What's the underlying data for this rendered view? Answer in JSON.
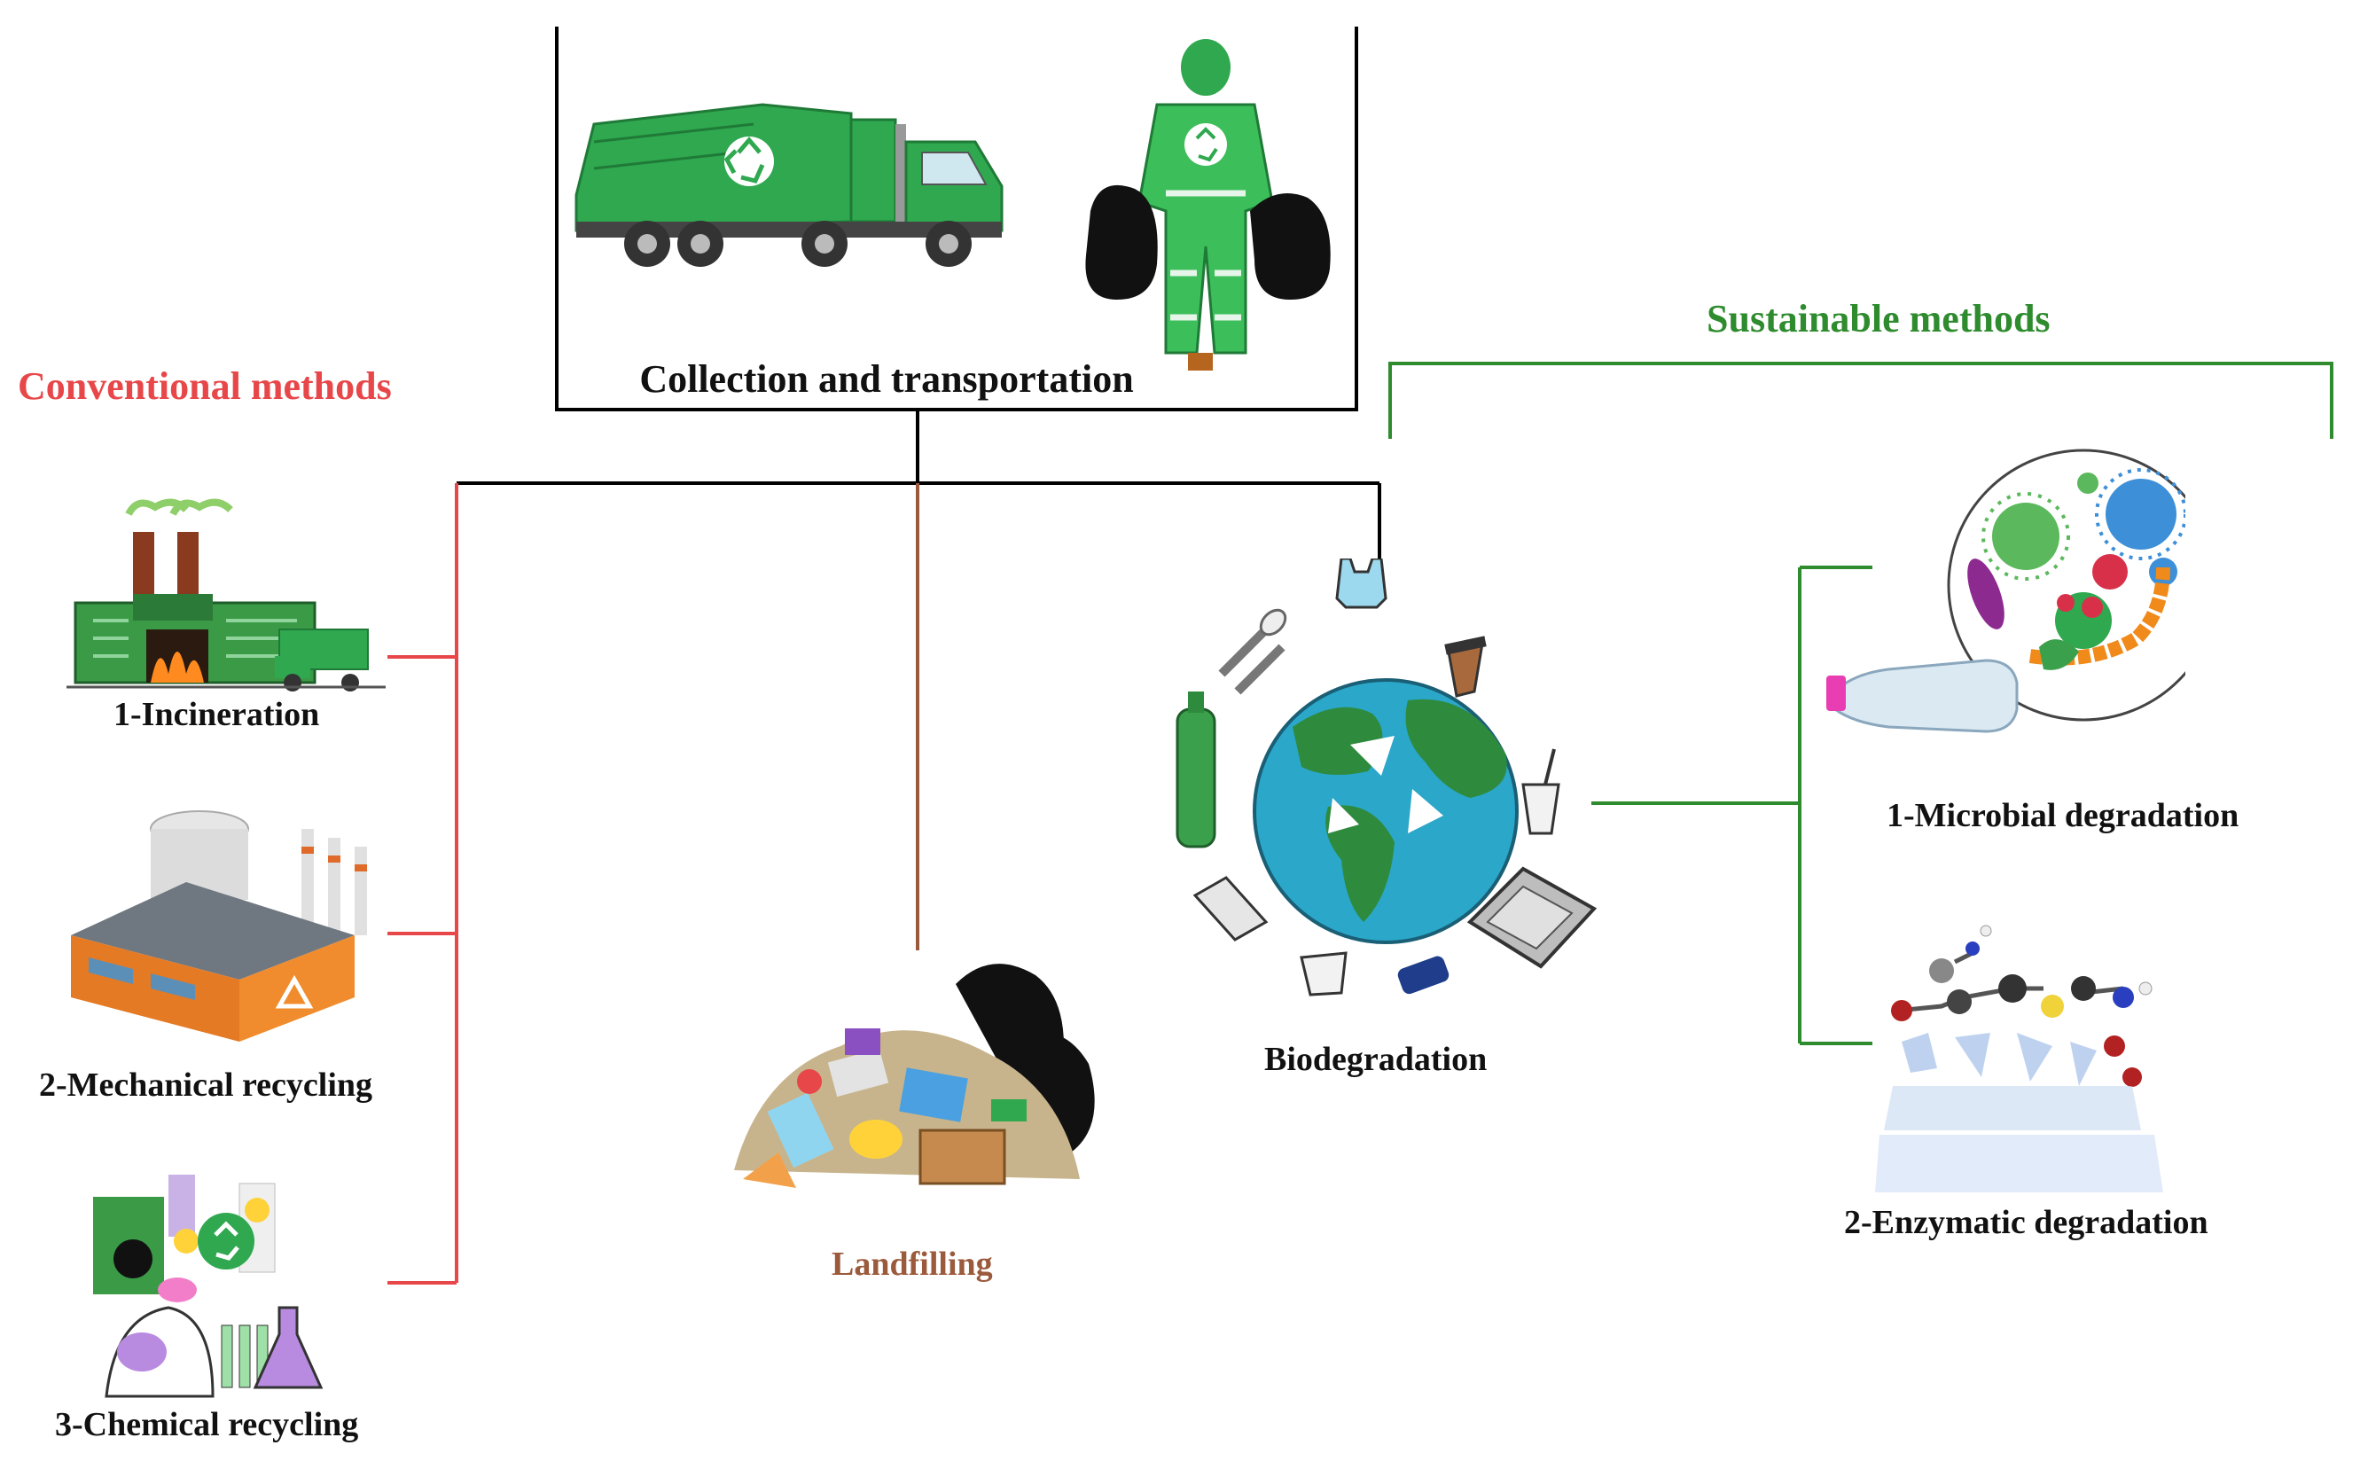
{
  "header": {
    "title": "Collection and transportation"
  },
  "groups": {
    "conventional": "Conventional methods",
    "sustainable": "Sustainable methods"
  },
  "methods": {
    "incineration": "1-Incineration",
    "mechanical": "2-Mechanical recycling",
    "chemical": "3-Chemical recycling",
    "landfilling": "Landfilling",
    "biodegradation": "Biodegradation",
    "microbial": "1-Microbial degradation",
    "enzymatic": "2-Enzymatic degradation"
  },
  "colors": {
    "conventional": "#e8474a",
    "sustainable": "#2e8b2e",
    "landfill": "#9b5a3c",
    "trunk": "#000000",
    "truck_green": "#2fa84f",
    "earth_ocean": "#2aa7c9",
    "earth_land": "#2e8b3e"
  },
  "icons": {
    "truck": "garbage-truck-icon",
    "worker": "sanitation-worker-icon",
    "factory": "incineration-factory-icon",
    "recycling_plant": "recycling-plant-icon",
    "lab": "chemical-lab-icon",
    "landfill": "trash-pile-icon",
    "earth": "earth-with-plastics-icon",
    "microbes": "microbes-icon",
    "enzyme": "enzyme-molecule-icon"
  }
}
